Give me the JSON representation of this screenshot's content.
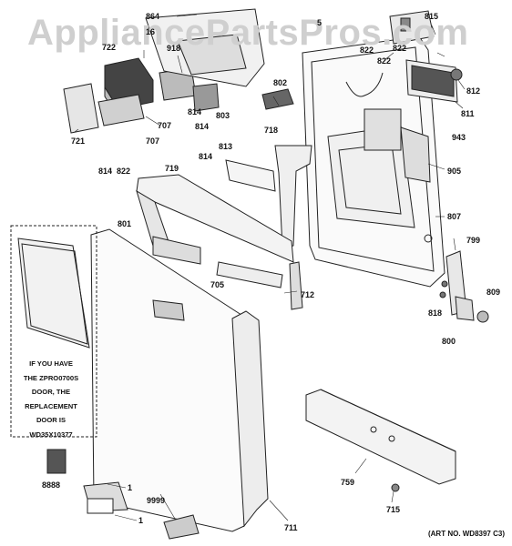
{
  "watermark": "AppliancePartsPros.com",
  "note_lines": [
    "IF YOU HAVE",
    "THE ZPRO0700S",
    "DOOR, THE",
    "REPLACEMENT",
    "DOOR IS",
    "WD35X10377"
  ],
  "art_no": "(ART NO. WD8397 C3)",
  "callouts": {
    "c864": "864",
    "c16": "16",
    "c5": "5",
    "c815": "815",
    "c722": "722",
    "c918": "918",
    "c822a": "822",
    "c822b": "822",
    "c822c": "822",
    "c812": "812",
    "c802": "802",
    "c814a": "814",
    "c707a": "707",
    "c803": "803",
    "c814b": "814",
    "c811": "811",
    "c721": "721",
    "c707b": "707",
    "c718": "718",
    "c943": "943",
    "c813": "813",
    "c814c": "814",
    "c814d": "814",
    "c822d": "822",
    "c905": "905",
    "c719": "719",
    "c807": "807",
    "c801": "801",
    "c799": "799",
    "c705": "705",
    "c712": "712",
    "c809": "809",
    "c818": "818",
    "c800": "800",
    "c8888": "8888",
    "c1a": "1",
    "c9999": "9999",
    "c1b": "1",
    "c759": "759",
    "c711": "711",
    "c715": "715"
  }
}
